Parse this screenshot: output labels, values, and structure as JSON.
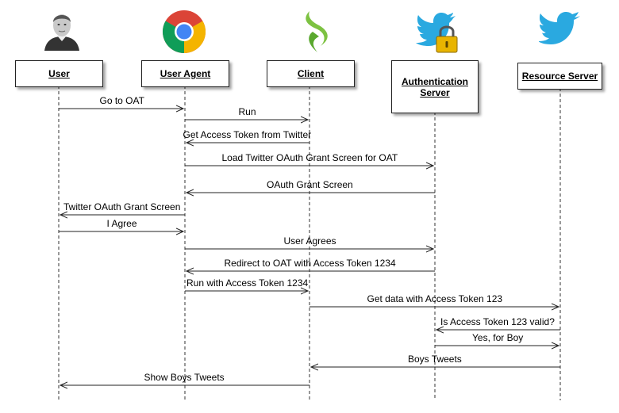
{
  "participants": [
    {
      "id": "user",
      "label": "User",
      "icon": "user-photo-icon"
    },
    {
      "id": "agent",
      "label": "User Agent",
      "icon": "chrome-icon"
    },
    {
      "id": "client",
      "label": "Client",
      "icon": "sencha-icon"
    },
    {
      "id": "auth",
      "label": "Authentication Server",
      "icon": "twitter-lock-icon"
    },
    {
      "id": "resource",
      "label": "Resource Server",
      "icon": "twitter-bird-icon"
    }
  ],
  "messages": [
    {
      "from": "user",
      "to": "agent",
      "label": "Go to OAT"
    },
    {
      "from": "agent",
      "to": "client",
      "label": "Run"
    },
    {
      "from": "client",
      "to": "agent",
      "label": "Get Access Token from Twitter"
    },
    {
      "from": "agent",
      "to": "auth",
      "label": "Load Twitter OAuth Grant Screen for OAT"
    },
    {
      "from": "auth",
      "to": "agent",
      "label": "OAuth Grant Screen"
    },
    {
      "from": "agent",
      "to": "user",
      "label": "Twitter OAuth Grant Screen"
    },
    {
      "from": "user",
      "to": "agent",
      "label": "I Agree"
    },
    {
      "from": "agent",
      "to": "auth",
      "label": "User Agrees"
    },
    {
      "from": "auth",
      "to": "agent",
      "label": "Redirect to OAT with Access Token 1234"
    },
    {
      "from": "agent",
      "to": "client",
      "label": "Run with Access Token 1234"
    },
    {
      "from": "client",
      "to": "resource",
      "label": "Get data with Access Token 123"
    },
    {
      "from": "resource",
      "to": "auth",
      "label": "Is Access Token 123 valid?"
    },
    {
      "from": "auth",
      "to": "resource",
      "label": "Yes, for Boy"
    },
    {
      "from": "resource",
      "to": "client",
      "label": "Boys Tweets"
    },
    {
      "from": "client",
      "to": "user",
      "label": "Show Boys Tweets"
    }
  ],
  "colors": {
    "twitter_blue": "#2aa9e0",
    "lock_gold": "#e8b400",
    "sencha_green": "#7dc242"
  }
}
